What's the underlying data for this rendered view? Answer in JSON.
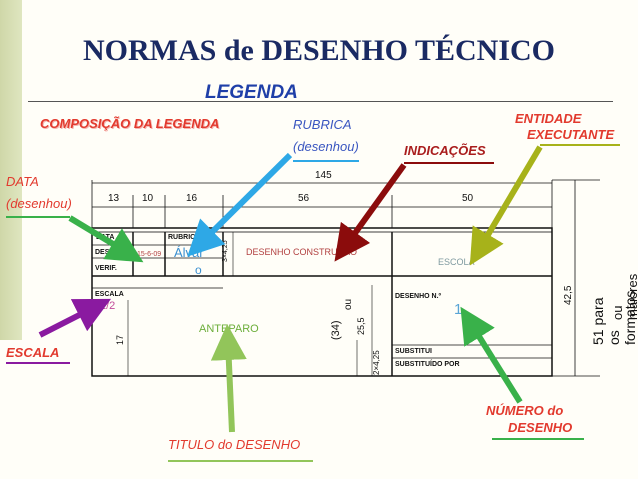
{
  "title": "NORMAS de DESENHO TÉCNICO",
  "subtitle": "LEGENDA",
  "labels": {
    "composicao": "COMPOSIÇÃO DA LEGENDA",
    "rubrica_1": "RUBRICA",
    "rubrica_2": "(desenhou)",
    "indicacoes": "INDICAÇÕES",
    "entidade_1": "ENTIDADE",
    "entidade_2": "EXECUTANTE",
    "data_1": "DATA",
    "data_2": "(desenhou)",
    "escala": "ESCALA",
    "titulo": "TITULO do DESENHO",
    "numero_1": "NÚMERO do",
    "numero_2": "DESENHO"
  },
  "drawing": {
    "dim_145": "145",
    "dim_13": "13",
    "dim_10": "10",
    "dim_16": "16",
    "dim_56": "56",
    "dim_50": "50",
    "dim_3x425": "3×4,25",
    "dim_34": "(34)",
    "dim_ou": "ou",
    "dim_255": "25,5",
    "dim_17": "17",
    "dim_2x425": "2×4,25",
    "dim_425": "42,5",
    "dim_51": "51 para os formatos A4",
    "dim_ou_maiores": "ou maiores",
    "h_data": "DATA",
    "h_rubrica": "RUBRICA",
    "row_desenhou": "DESENH.",
    "row_verif": "VERIF.",
    "row_escala": "ESCALA",
    "row_desenho_n": "DESENHO N.º",
    "row_substitui": "SUBSTITUI",
    "row_substituido": "SUBSTITUÍDO POR"
  },
  "fills": {
    "date": "15-6-09",
    "rubrica_a": "Álvar",
    "rubrica_b": "o",
    "indicacoes": "DESENHO CONSTRUÇÃO",
    "escola": "ESCOLA",
    "escala": "1/2",
    "titulo": "ANTEPARO",
    "numero": "1"
  },
  "colors": {
    "title": "#1a2a63",
    "red_label": "#e23a2e",
    "blue_label": "#3a56c0",
    "arrow_blue": "#2ea8e6",
    "arrow_darkred": "#8b0c0c",
    "arrow_olive": "#a7b21a",
    "arrow_green": "#39b14a",
    "arrow_purple": "#8a1aa0",
    "arrow_lightgreen": "#92c55a"
  }
}
